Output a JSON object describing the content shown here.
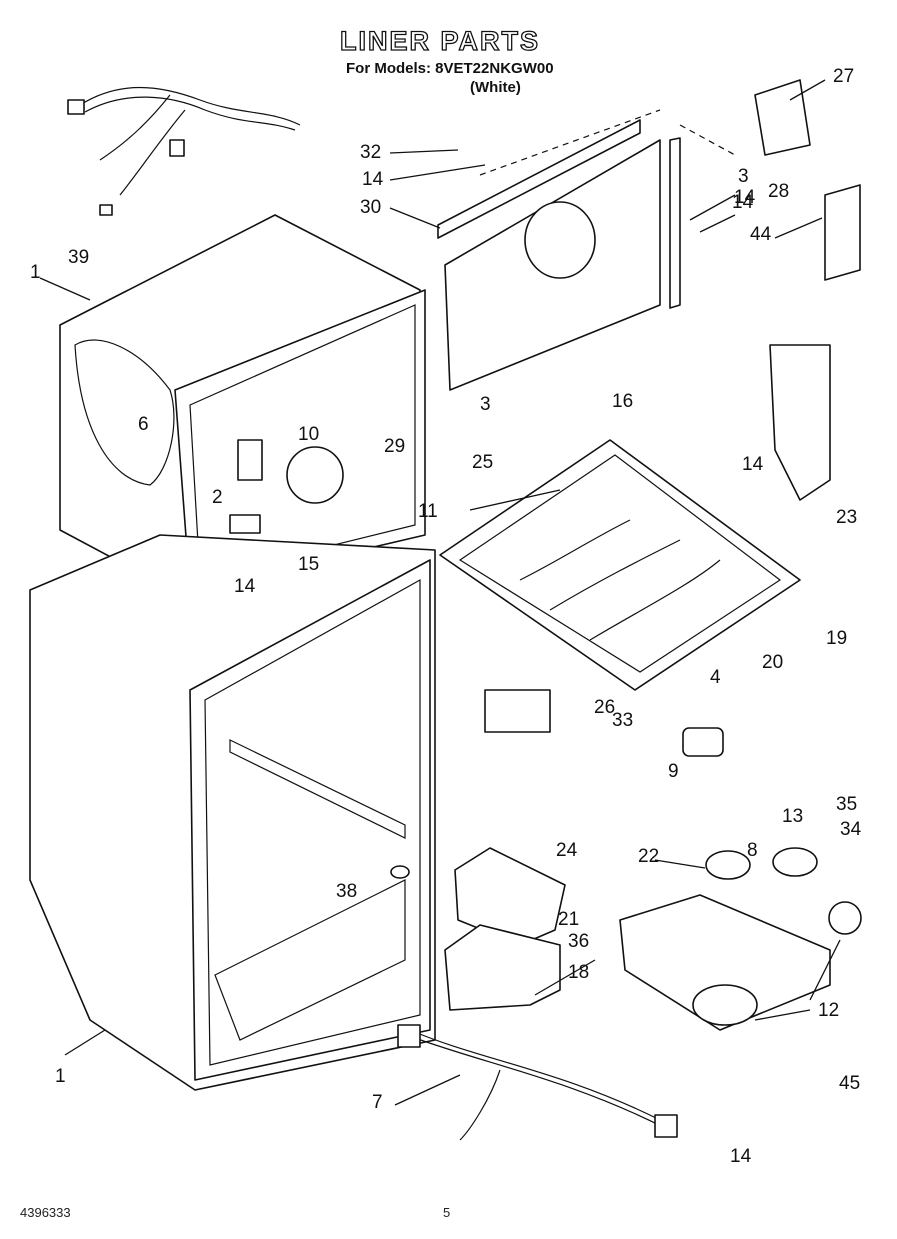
{
  "header": {
    "title": "LINER PARTS",
    "models_line": "For Models: 8VET22NKGW00",
    "color_line": "(White)"
  },
  "footer": {
    "doc_number": "4396333",
    "page_number": "5"
  },
  "callouts": [
    "1",
    "1",
    "2",
    "3",
    "3",
    "4",
    "6",
    "7",
    "8",
    "9",
    "10",
    "11",
    "12",
    "13",
    "14",
    "14",
    "14",
    "14",
    "14",
    "14",
    "15",
    "16",
    "18",
    "19",
    "20",
    "21",
    "22",
    "23",
    "24",
    "25",
    "26",
    "27",
    "28",
    "29",
    "30",
    "32",
    "33",
    "34",
    "35",
    "36",
    "38",
    "39",
    "44",
    "45"
  ]
}
